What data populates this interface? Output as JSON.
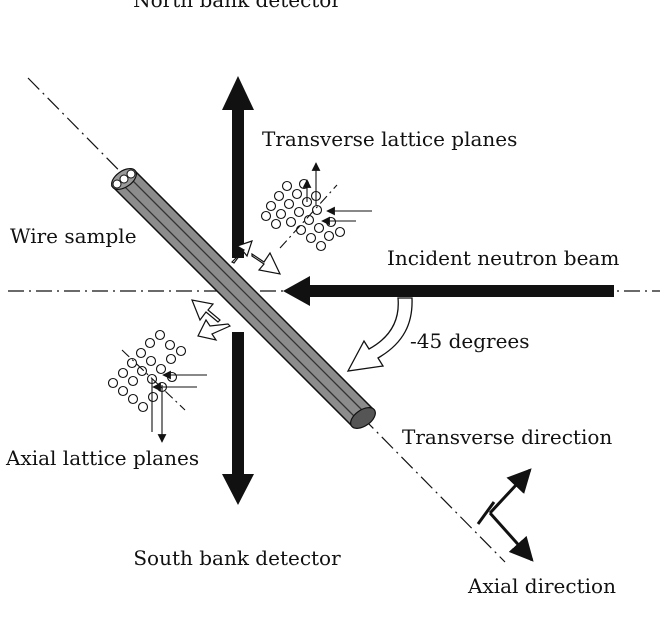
{
  "labels": {
    "north_detector": "North bank detector",
    "south_detector": "South bank detector",
    "transverse_planes": "Transverse lattice planes",
    "wire_sample": "Wire sample",
    "incident_beam": "Incident neutron beam",
    "angle": "-45 degrees",
    "axial_planes": "Axial lattice planes",
    "transverse_direction": "Transverse direction",
    "axial_direction": "Axial direction"
  },
  "colors": {
    "ink": "#111111",
    "wire_fill": "#8c8c8c",
    "wire_dark": "#555555",
    "background": "#ffffff"
  }
}
